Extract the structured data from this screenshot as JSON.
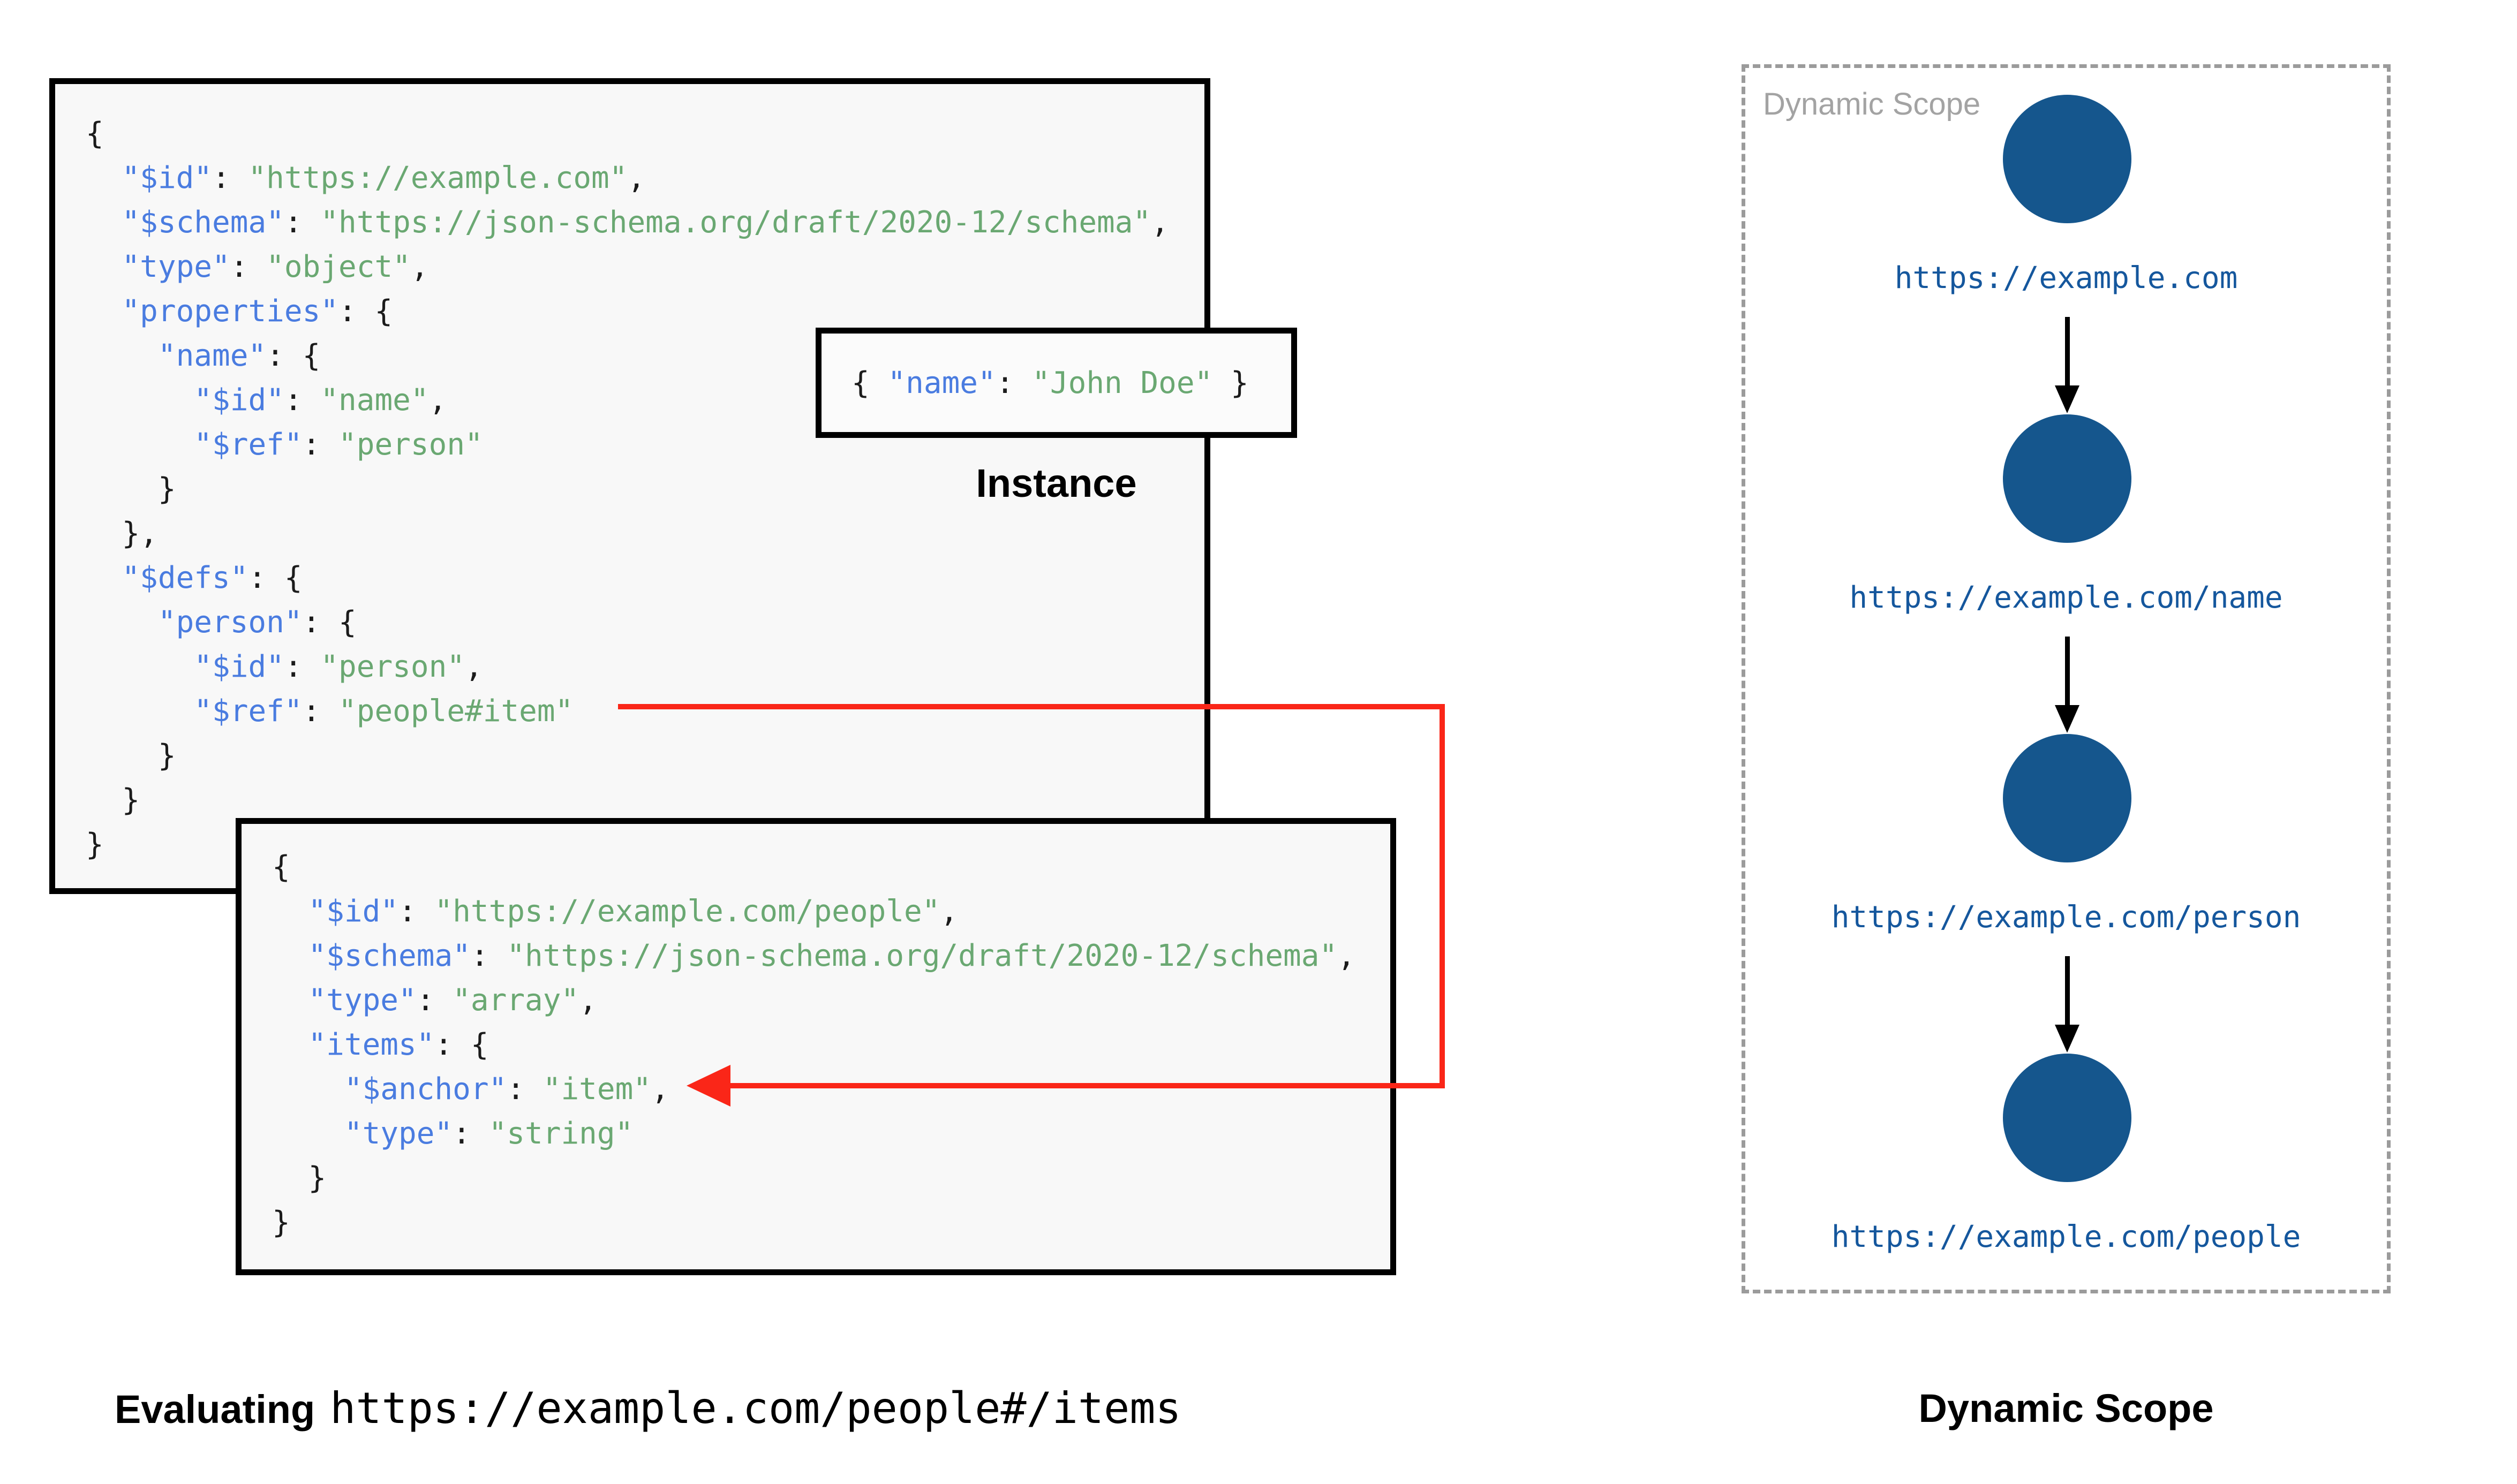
{
  "colors": {
    "key_blue": "#4a7ce0",
    "string_green": "#6aa872",
    "punct_black": "#1b1b1b",
    "ref_red": "#fa2618",
    "node_blue": "#15568d",
    "url_blue": "#15579d",
    "label_gray": "#a3a3a3",
    "dash_gray": "#9b9b9b",
    "box_bg": "#f8f8f8",
    "instance_bg": "#fbfbfb",
    "border_black": "#000000"
  },
  "schema_parent": {
    "lines": [
      [
        [
          "p",
          "{"
        ]
      ],
      [
        [
          "w",
          "  "
        ],
        [
          "k",
          "\"$id\""
        ],
        [
          "p",
          ": "
        ],
        [
          "s",
          "\"https://example.com\""
        ],
        [
          "p",
          ","
        ]
      ],
      [
        [
          "w",
          "  "
        ],
        [
          "k",
          "\"$schema\""
        ],
        [
          "p",
          ": "
        ],
        [
          "s",
          "\"https://json-schema.org/draft/2020-12/schema\""
        ],
        [
          "p",
          ","
        ]
      ],
      [
        [
          "w",
          "  "
        ],
        [
          "k",
          "\"type\""
        ],
        [
          "p",
          ": "
        ],
        [
          "s",
          "\"object\""
        ],
        [
          "p",
          ","
        ]
      ],
      [
        [
          "w",
          "  "
        ],
        [
          "k",
          "\"properties\""
        ],
        [
          "p",
          ": {"
        ]
      ],
      [
        [
          "w",
          "    "
        ],
        [
          "k",
          "\"name\""
        ],
        [
          "p",
          ": {"
        ]
      ],
      [
        [
          "w",
          "      "
        ],
        [
          "k",
          "\"$id\""
        ],
        [
          "p",
          ": "
        ],
        [
          "s",
          "\"name\""
        ],
        [
          "p",
          ","
        ]
      ],
      [
        [
          "w",
          "      "
        ],
        [
          "k",
          "\"$ref\""
        ],
        [
          "p",
          ": "
        ],
        [
          "s",
          "\"person\""
        ]
      ],
      [
        [
          "w",
          "    "
        ],
        [
          "p",
          "}"
        ]
      ],
      [
        [
          "w",
          "  "
        ],
        [
          "p",
          "},"
        ]
      ],
      [
        [
          "w",
          "  "
        ],
        [
          "k",
          "\"$defs\""
        ],
        [
          "p",
          ": {"
        ]
      ],
      [
        [
          "w",
          "    "
        ],
        [
          "k",
          "\"person\""
        ],
        [
          "p",
          ": {"
        ]
      ],
      [
        [
          "w",
          "      "
        ],
        [
          "k",
          "\"$id\""
        ],
        [
          "p",
          ": "
        ],
        [
          "s",
          "\"person\""
        ],
        [
          "p",
          ","
        ]
      ],
      [
        [
          "w",
          "      "
        ],
        [
          "k",
          "\"$ref\""
        ],
        [
          "p",
          ": "
        ],
        [
          "s",
          "\"people#item\""
        ]
      ],
      [
        [
          "w",
          "    "
        ],
        [
          "p",
          "}"
        ]
      ],
      [
        [
          "w",
          "  "
        ],
        [
          "p",
          "}"
        ]
      ],
      [
        [
          "p",
          "}"
        ]
      ]
    ]
  },
  "schema_people": {
    "lines": [
      [
        [
          "p",
          "{"
        ]
      ],
      [
        [
          "w",
          "  "
        ],
        [
          "k",
          "\"$id\""
        ],
        [
          "p",
          ": "
        ],
        [
          "s",
          "\"https://example.com/people\""
        ],
        [
          "p",
          ","
        ]
      ],
      [
        [
          "w",
          "  "
        ],
        [
          "k",
          "\"$schema\""
        ],
        [
          "p",
          ": "
        ],
        [
          "s",
          "\"https://json-schema.org/draft/2020-12/schema\""
        ],
        [
          "p",
          ","
        ]
      ],
      [
        [
          "w",
          "  "
        ],
        [
          "k",
          "\"type\""
        ],
        [
          "p",
          ": "
        ],
        [
          "s",
          "\"array\""
        ],
        [
          "p",
          ","
        ]
      ],
      [
        [
          "w",
          "  "
        ],
        [
          "k",
          "\"items\""
        ],
        [
          "p",
          ": {"
        ]
      ],
      [
        [
          "w",
          "    "
        ],
        [
          "k",
          "\"$anchor\""
        ],
        [
          "p",
          ": "
        ],
        [
          "s",
          "\"item\""
        ],
        [
          "p",
          ","
        ]
      ],
      [
        [
          "w",
          "    "
        ],
        [
          "k",
          "\"type\""
        ],
        [
          "p",
          ": "
        ],
        [
          "s",
          "\"string\""
        ]
      ],
      [
        [
          "w",
          "  "
        ],
        [
          "p",
          "}"
        ]
      ],
      [
        [
          "p",
          "}"
        ]
      ]
    ]
  },
  "instance": {
    "tokens": [
      [
        "p",
        "{ "
      ],
      [
        "k",
        "\"name\""
      ],
      [
        "p",
        ": "
      ],
      [
        "s",
        "\"John Doe\""
      ],
      [
        "p",
        " }"
      ]
    ],
    "label": "Instance"
  },
  "dynamic_scope": {
    "watermark": "Dynamic Scope",
    "nodes": [
      {
        "url": "https://example.com"
      },
      {
        "url": "https://example.com/name"
      },
      {
        "url": "https://example.com/person"
      },
      {
        "url": "https://example.com/people"
      }
    ]
  },
  "captions": {
    "left_bold": "Evaluating",
    "left_url": "https://example.com/people#/items",
    "right": "Dynamic Scope"
  }
}
